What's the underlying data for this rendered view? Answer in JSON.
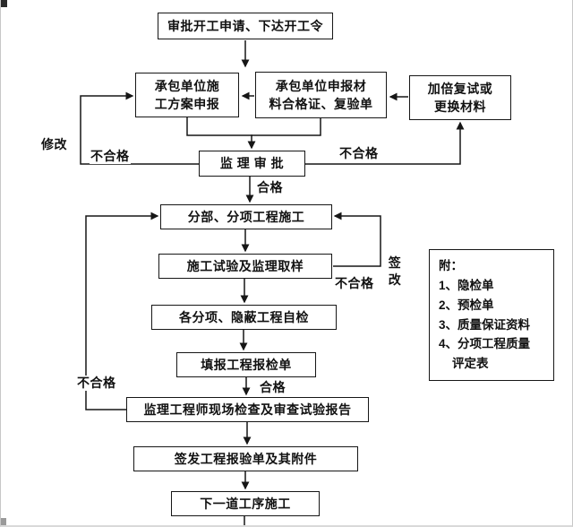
{
  "flowchart": {
    "nodes": {
      "start": "审批开工申请、下达开工令",
      "contractor_plan": "承包单位施\n工方案申报",
      "contractor_materials": "承包单位申报材\n料合格证、复验单",
      "retest": "加倍复试或\n更换材料",
      "supervisor_review": "监 理 审 批",
      "subproject_construction": "分部、分项工程施工",
      "test_sampling": "施工试验及监理取样",
      "self_inspection": "各分项、隐蔽工程自检",
      "fill_inspection_form": "填报工程报检单",
      "site_check": "监理工程师现场检查及审查试验报告",
      "issue_form": "签发工程报验单及其附件",
      "next_process": "下一道工序施工"
    },
    "labels": {
      "modify": "修改",
      "fail_left_top": "不合格",
      "fail_right_top": "不合格",
      "pass_top": "合格",
      "sign_change": "签改",
      "fail_right_mid": "不合格",
      "fail_left_bottom": "不合格",
      "pass_bottom": "合格"
    },
    "note": {
      "title": "附：",
      "items": [
        "1、隐检单",
        "2、预检单",
        "3、质量保证资料",
        "4、分项工程质量",
        "评定表"
      ]
    },
    "colors": {
      "line": "#161616",
      "background": "#ffffff"
    }
  }
}
